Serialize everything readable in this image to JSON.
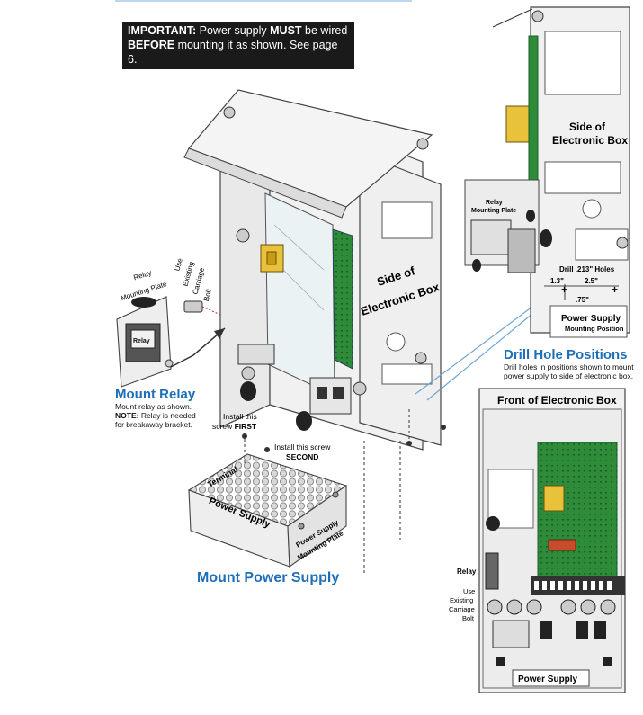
{
  "banner": {
    "important": "IMPORTANT:",
    "line1_a": " Power supply ",
    "must": "MUST",
    "line1_b": " be wired",
    "before": "BEFORE",
    "line2": " mounting it as shown. See page 6."
  },
  "main_diagram": {
    "side_box_label_1": "Side of",
    "side_box_label_2": "Electronic Box",
    "relay_plate_label_1": "Relay",
    "relay_plate_label_2": "Mounting Plate",
    "carriage_label_1": "Use",
    "carriage_label_2": "Existing",
    "carriage_label_3": "Carriage",
    "carriage_label_4": "Bolt",
    "install_first_1": "Install this",
    "install_first_2": "screw ",
    "install_first_bold": "FIRST",
    "install_second_1": "Install this screw",
    "install_second_bold": "SECOND",
    "ps_terminal": "Terminal",
    "ps_label": "Power Supply",
    "ps_plate_1": "Power Supply",
    "ps_plate_2": "Mounting Plate",
    "relay_brand": "Relay"
  },
  "mount_relay": {
    "title": "Mount Relay",
    "line1": "Mount relay as shown.",
    "note_label": "NOTE:",
    "note_text": " Relay is needed",
    "line3": "for breakaway bracket."
  },
  "mount_power_supply": {
    "title": "Mount Power Supply"
  },
  "side_view": {
    "title_1": "Side of",
    "title_2": "Electronic Box",
    "relay_plate_1": "Relay",
    "relay_plate_2": "Mounting Plate",
    "drill_label": "Drill .213\" Holes",
    "dim_1": "1.3\"",
    "dim_2": "2.5\"",
    "dim_3": ".75\"",
    "ps_1": "Power Supply",
    "ps_2": "Mounting Position"
  },
  "drill_holes": {
    "title": "Drill Hole Positions",
    "line1": "Drill holes in positions shown to mount",
    "line2": "power supply to side of electronic box."
  },
  "front_view": {
    "title": "Front of Electronic Box",
    "relay": "Relay",
    "carriage_1": "Use",
    "carriage_2": "Existing",
    "carriage_3": "Carriage",
    "carriage_4": "Bolt",
    "power_supply": "Power Supply"
  },
  "colors": {
    "accent_blue": "#1f6fb8",
    "board_green": "#2e8b3a",
    "relay_yellow": "#e8c23a"
  }
}
